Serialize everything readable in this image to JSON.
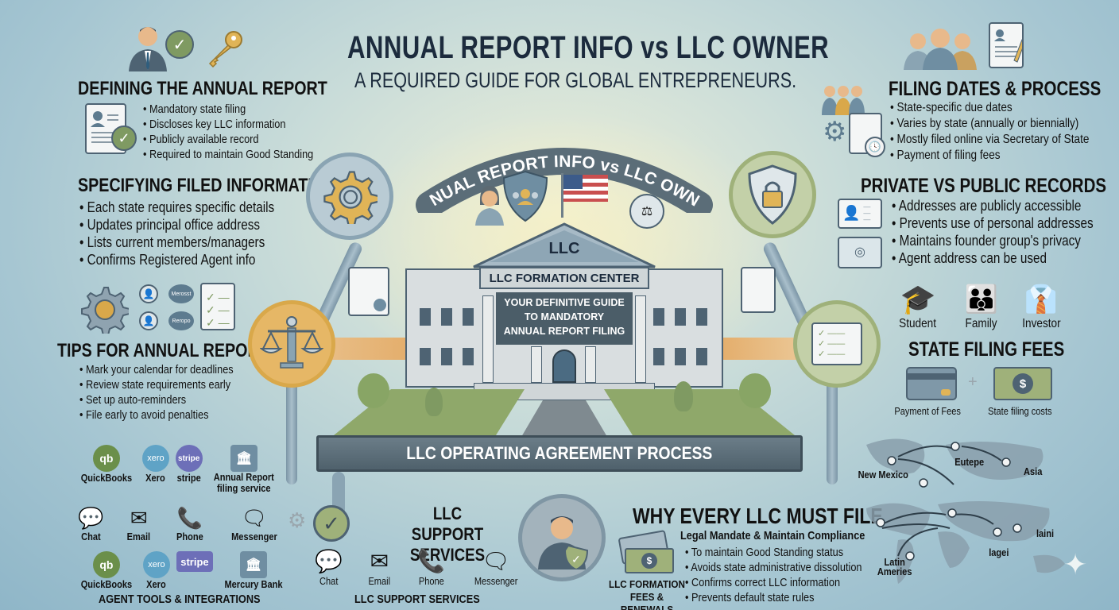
{
  "header": {
    "title": "ANNUAL REPORT INFO vs LLC OWNER",
    "subtitle": "A REQUIRED GUIDE FOR GLOBAL ENTREPRENEURS."
  },
  "sections": {
    "defining": {
      "heading": "DEFINING THE ANNUAL REPORT",
      "bullets": [
        "Mandatory state filing",
        "Discloses key LLC information",
        "Publicly available record",
        "Required to maintain Good Standing"
      ]
    },
    "specifying": {
      "heading": "SPECIFYING FILED INFORMATION",
      "bullets": [
        "Each state requires specific details",
        "Updates principal office address",
        "Lists current members/managers",
        "Confirms Registered Agent info"
      ],
      "diagram_labels": [
        "Merosst",
        "Reropo"
      ]
    },
    "tips": {
      "heading": "TIPS FOR ANNUAL REPORT",
      "bullets": [
        "Mark your calendar for deadlines",
        "Review state requirements early",
        "Set up auto-reminders",
        "File early to avoid penalties"
      ]
    },
    "filing_dates": {
      "heading": "FILING DATES & PROCESS",
      "bullets": [
        "State-specific due dates",
        "Varies by state (annually or biennially)",
        "Mostly filed online via Secretary of State",
        "Payment of filing fees"
      ]
    },
    "private_public": {
      "heading": "PRIVATE VS PUBLIC RECORDS",
      "bullets": [
        "Addresses are publicly accessible",
        "Prevents use of personal addresses",
        "Maintains founder group's privacy",
        "Agent address can be used"
      ]
    },
    "personas": [
      "Student",
      "Family",
      "Investor"
    ],
    "state_fees": {
      "heading": "STATE FILING FEES",
      "items": [
        "Payment of Fees",
        "State filing costs"
      ]
    },
    "why_file": {
      "heading": "WHY EVERY LLC MUST FILE",
      "subheading": "Legal Mandate & Maintain Compliance",
      "bullets": [
        "To maintain Good Standing status",
        "Avoids state administrative dissolution",
        "Confirms correct LLC information",
        "Prevents default state rules"
      ],
      "fees_label_1": "LLC FORMATION",
      "fees_label_2": "FEES & RENEWALS"
    },
    "support": {
      "heading_1": "LLC SUPPORT",
      "heading_2": "SERVICES",
      "channels": [
        "Chat",
        "Email",
        "Phone",
        "Messenger"
      ],
      "footer": "LLC SUPPORT SERVICES"
    },
    "agent_tools": {
      "row1": [
        {
          "icon": "qb",
          "label": "QuickBooks"
        },
        {
          "icon": "xero",
          "label": "Xero"
        },
        {
          "icon": "stripe",
          "label": "stripe"
        },
        {
          "icon": "bank",
          "label": "Annual Report",
          "label2": "filing service"
        }
      ],
      "row2": [
        {
          "label": "Chat"
        },
        {
          "label": "Email"
        },
        {
          "label": "Phone"
        },
        {
          "label": "Messenger"
        }
      ],
      "row3": [
        {
          "icon": "qb",
          "label": "QuickBooks"
        },
        {
          "icon": "xero",
          "label": "Xero"
        },
        {
          "icon": "stripe",
          "label": ""
        },
        {
          "icon": "bank",
          "label": "Mercury Bank"
        }
      ],
      "footer": "AGENT TOOLS & INTEGRATIONS"
    }
  },
  "center": {
    "arch_banner": "ANNUAL REPORT INFO vs LLC OWNER",
    "pediment": "LLC",
    "sign": "LLC FORMATION CENTER",
    "guide_lines": [
      "YOUR DEFINITIVE GUIDE",
      "TO MANDATORY",
      "ANNUAL REPORT FILING"
    ],
    "base_banner": "LLC OPERATING AGREEMENT PROCESS"
  },
  "map": {
    "labels": [
      "New Mexico",
      "Eutepe",
      "Asia",
      "Latin",
      "Ameries",
      "lagei",
      "laini"
    ]
  },
  "icon_text": {
    "qb": "qb",
    "xero": "xero",
    "stripe": "stripe",
    "bank": "🏛",
    "dollar": "$"
  },
  "colors": {
    "title": "#1c2b3d",
    "gold": "#d9a84a",
    "green": "#8aa56a",
    "slate": "#4e6373",
    "banner": "#5b6d78"
  }
}
